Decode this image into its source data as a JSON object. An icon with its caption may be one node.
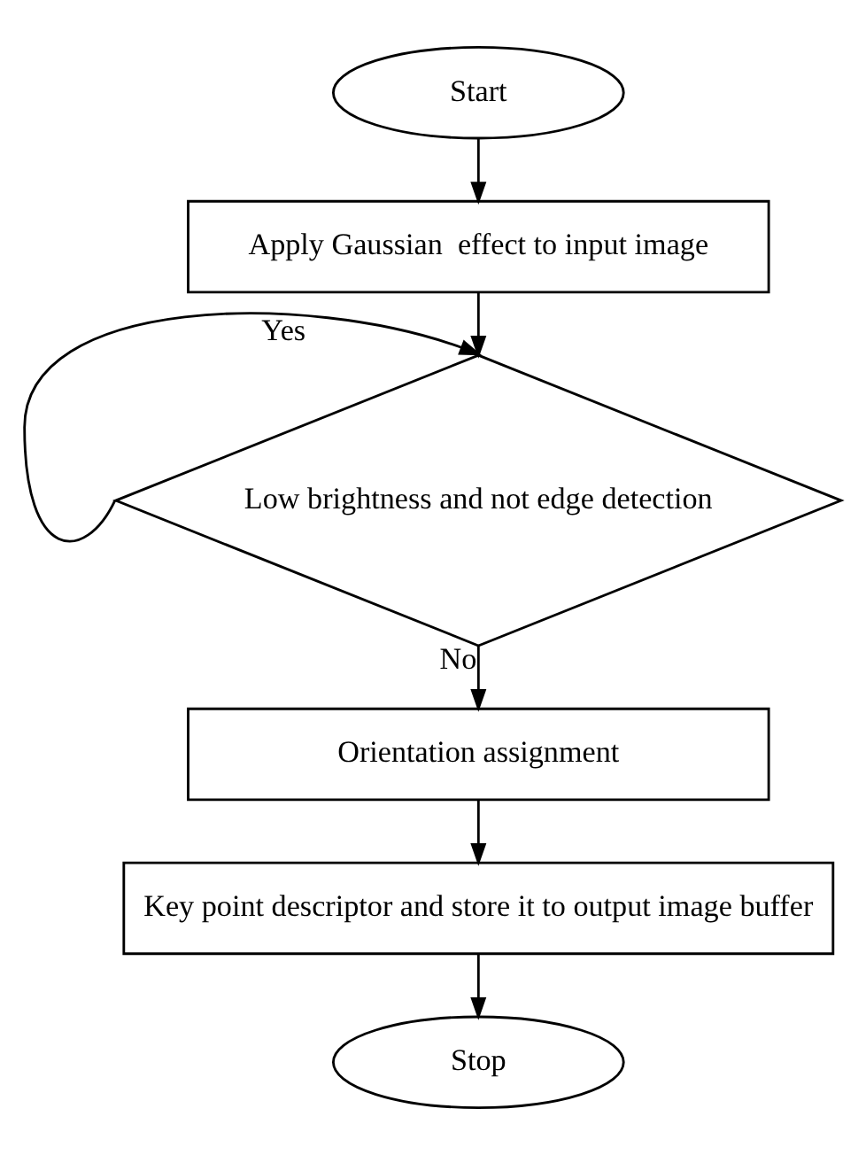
{
  "diagram": {
    "nodes": [
      {
        "text": [
          "Start"
        ]
      },
      {
        "text": [
          "Apply Gaussian  effect to input image"
        ]
      },
      {
        "text": [
          "Low brightness and not edge detection"
        ]
      },
      {
        "text": [
          "Orientation assignment"
        ]
      },
      {
        "text": [
          "Key point descriptor and store it to output image buffer"
        ]
      },
      {
        "text": [
          "Stop"
        ]
      }
    ],
    "edges": [
      {
        "from": 0,
        "to": 1,
        "arrow": "to"
      },
      {
        "from": 1,
        "to": 2,
        "arrow": "to"
      },
      {
        "from": 2,
        "to": 2,
        "arrow": "to",
        "label": "Yes"
      },
      {
        "from": 2,
        "to": 3,
        "arrow": "to",
        "label": "No"
      },
      {
        "from": 3,
        "to": 4,
        "arrow": "to"
      },
      {
        "from": 4,
        "to": 5,
        "arrow": "to"
      }
    ]
  }
}
